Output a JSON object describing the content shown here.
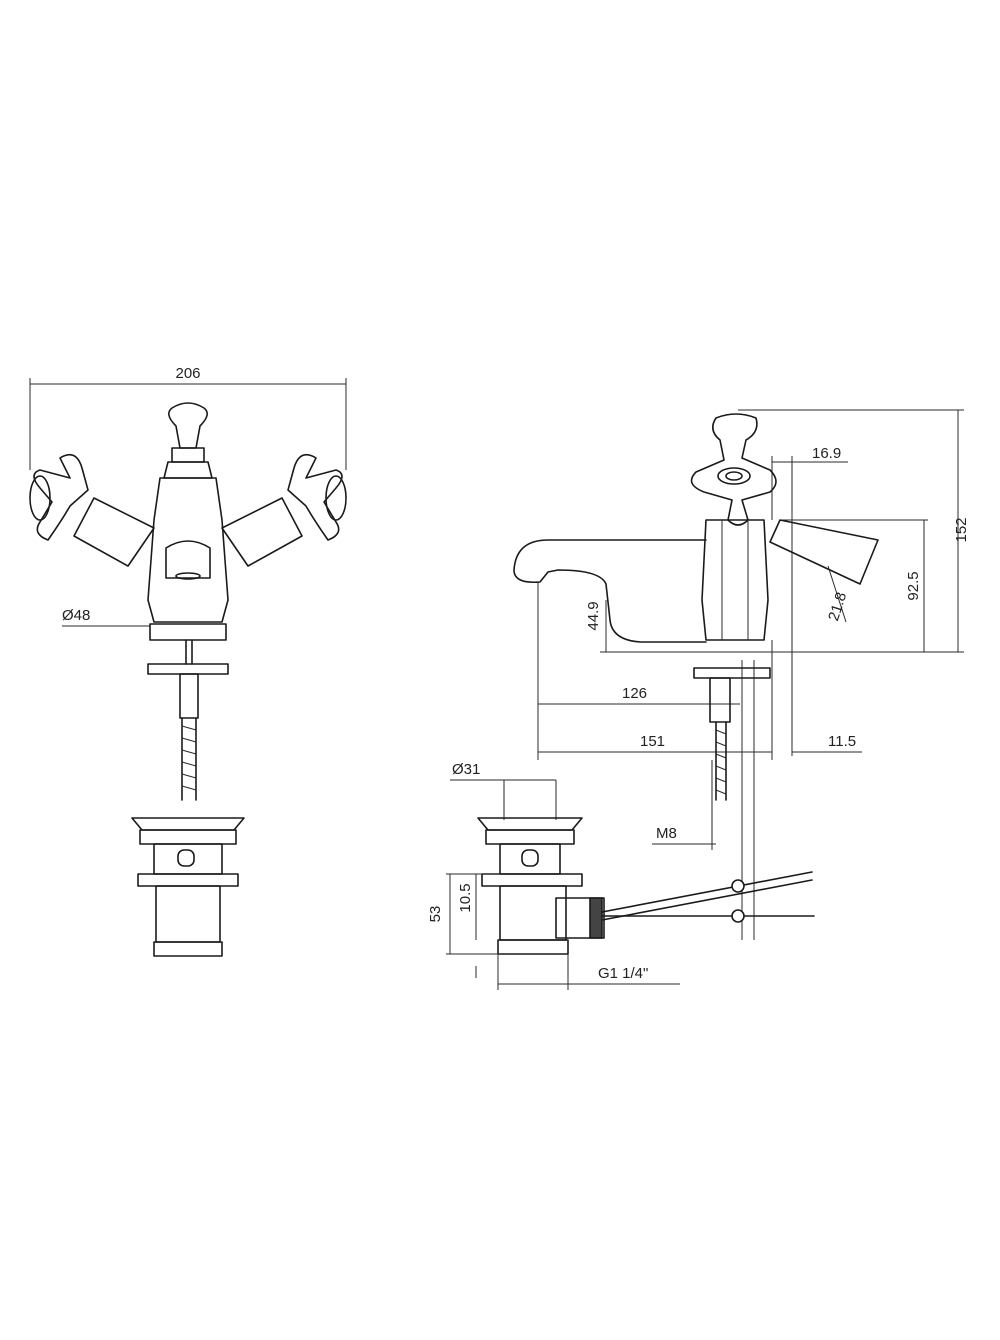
{
  "colors": {
    "line": "#1a1a1a",
    "background": "#ffffff"
  },
  "front_view": {
    "width_label": "206",
    "base_diameter_label": "Ø48"
  },
  "side_view": {
    "height_total_label": "152",
    "spout_height_label": "92.5",
    "handle_offset_label": "16.9",
    "lever_length_label": "21.8",
    "spout_clearance_label": "44.9",
    "spout_reach_label": "126",
    "overall_depth_label": "151",
    "rear_offset_label": "11.5"
  },
  "waste": {
    "diameter_label": "Ø31",
    "thread_label": "M8",
    "height_label": "53",
    "flange_label": "10.5",
    "connection_label": "G1 1/4\""
  }
}
